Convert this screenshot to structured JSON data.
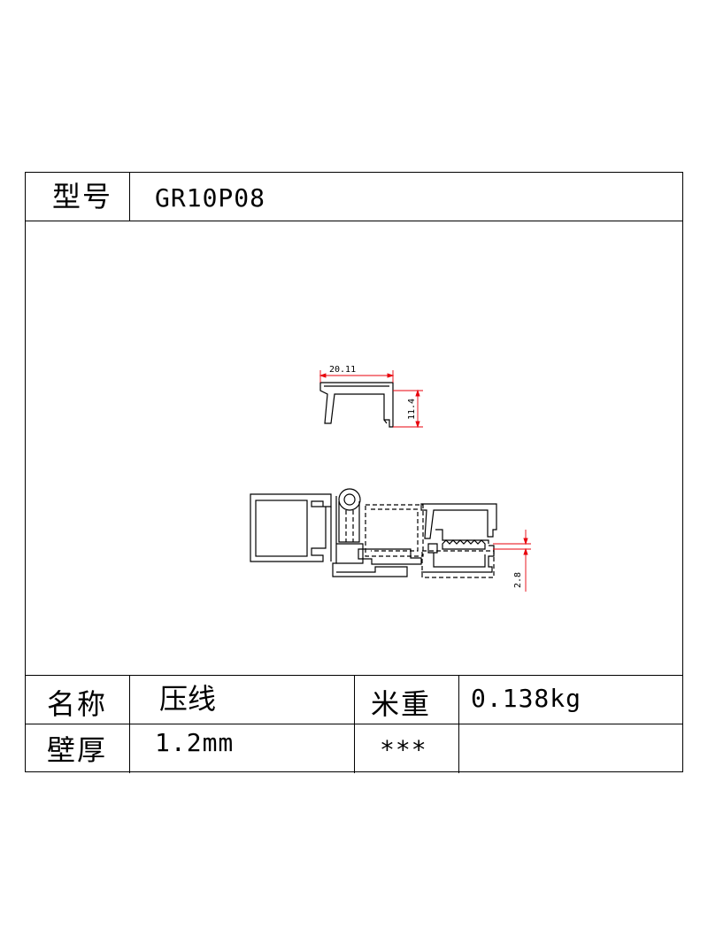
{
  "header": {
    "model_label": "型号",
    "model_value": "GR10P08"
  },
  "drawing": {
    "dim_width": "20.11",
    "dim_height": "11.4",
    "dim_gap": "2.8",
    "dim_color": "#e8000b"
  },
  "specs": {
    "name_label": "名称",
    "name_value": "压线",
    "weight_label": "米重",
    "weight_value": "0.138kg",
    "thickness_label": "壁厚",
    "thickness_value": "1.2mm",
    "extra_label": "***",
    "extra_value": ""
  }
}
